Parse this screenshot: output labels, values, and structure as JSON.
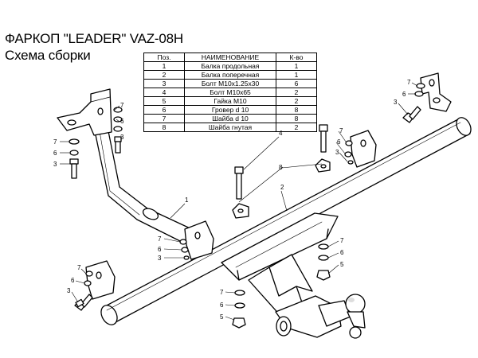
{
  "header": {
    "title_line1": "ФАРКОП \"LEADER\" VAZ-08H",
    "title_line2": "Схема сборки"
  },
  "parts_table": {
    "columns": [
      "Поз.",
      "НАИМЕНОВАНИЕ",
      "К-во"
    ],
    "rows": [
      [
        "1",
        "Балка продольная",
        "1"
      ],
      [
        "2",
        "Балка поперечная",
        "1"
      ],
      [
        "3",
        "Болт М10х1.25х30",
        "6"
      ],
      [
        "4",
        "Болт М10х65",
        "2"
      ],
      [
        "5",
        "Гайка  М10",
        "2"
      ],
      [
        "6",
        "Гровер d 10",
        "8"
      ],
      [
        "7",
        "Шайба d 10",
        "8"
      ],
      [
        "8",
        "Шайба гнутая",
        "2"
      ]
    ]
  },
  "callouts": {
    "c1": "1",
    "c2": "2",
    "c4": "4",
    "c8": "8",
    "tr7": "7",
    "tr6": "6",
    "tr3": "3",
    "tl7": "7",
    "tl6": "6",
    "tl3": "3",
    "l7": "7",
    "l6": "6",
    "l3": "3",
    "ml7": "7",
    "ml6": "6",
    "ml3": "3",
    "bl7": "7",
    "bl6": "6",
    "bl3": "3",
    "r7": "7",
    "r6": "6",
    "r5": "5",
    "b7": "7",
    "b6": "6",
    "b5": "5",
    "m7": "7",
    "m6": "6",
    "m3": "3"
  }
}
